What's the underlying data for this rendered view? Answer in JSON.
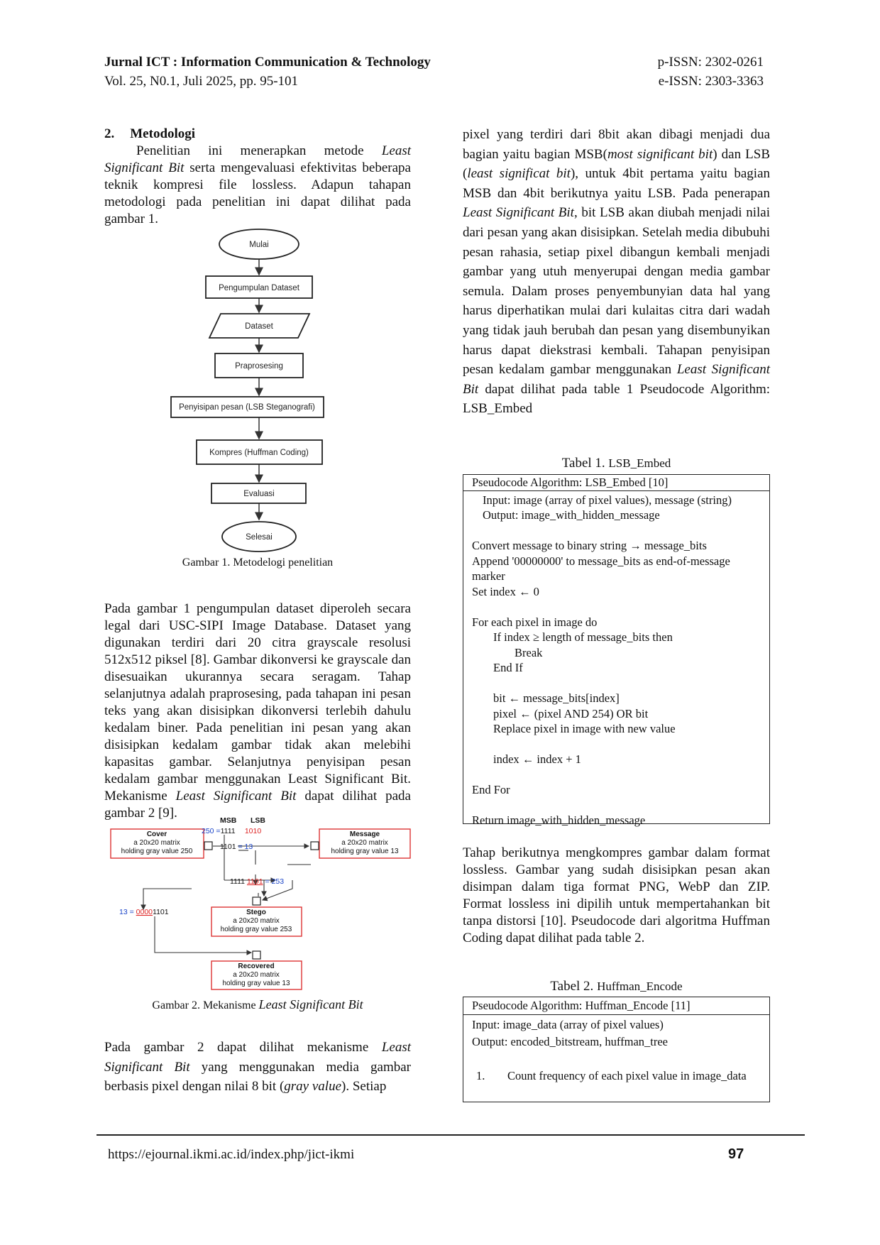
{
  "header": {
    "journal": "Jurnal ICT : Information Communication & Technology",
    "volume": "Vol. 25, N0.1, Juli 2025, pp. 95-101",
    "pissn": "p-ISSN: 2302-0261",
    "eissn": "e-ISSN: 2303-3363"
  },
  "section": {
    "number": "2.",
    "title": "Metodologi"
  },
  "left": {
    "intro_a": "Penelitian ini menerapkan metode ",
    "intro_i1": "Least Significant Bit",
    "intro_b": " serta mengevaluasi efektivitas beberapa teknik kompresi file lossless. Adapun tahapan metodologi pada penelitian ini dapat dilihat pada gambar 1.",
    "para2": "Pada gambar 1 pengumpulan dataset diperoleh secara legal dari USC-SIPI Image Database. Dataset yang digunakan terdiri dari 20 citra grayscale resolusi 512x512 piksel [8]. Gambar dikonversi ke grayscale dan disesuaikan ukurannya secara seragam. Tahap selanjutnya adalah praprosesing, pada tahapan ini pesan teks yang akan disisipkan dikonversi terlebih dahulu kedalam biner. Pada penelitian ini pesan yang akan disisipkan kedalam gambar tidak akan melebihi kapasitas gambar. Selanjutnya penyisipan pesan kedalam gambar menggunakan Least Significant Bit. Mekanisme ",
    "para2_i": "Least Significant Bit",
    "para2_end": " dapat dilihat pada gambar 2 [9].",
    "para3_a": "Pada gambar 2 dapat dilihat mekanisme ",
    "para3_i": "Least Significant Bit",
    "para3_b": " yang menggunakan media gambar berbasis pixel dengan nilai 8 bit (",
    "para3_i2": "gray value",
    "para3_c": "). Setiap"
  },
  "figure1": {
    "caption": "Gambar 1. Metodelogi penelitian",
    "steps": [
      "Mulai",
      "Pengumpulan Dataset",
      "Dataset",
      "Praprosesing",
      "Penyisipan pesan (LSB Steganografi)",
      "Kompres (Huffman Coding)",
      "Evaluasi",
      "Selesai"
    ]
  },
  "figure2": {
    "caption_a": "Gambar 2. Mekanisme ",
    "caption_i": "Least Significant Bit",
    "msb": "MSB",
    "lsb": "LSB",
    "cover": [
      "Cover",
      "a 20x20 matrix",
      "holding gray value 250"
    ],
    "message": [
      "Message",
      "a 20x20 matrix",
      "holding gray value 13"
    ],
    "stego": [
      "Stego",
      "a 20x20 matrix",
      "holding gray value 253"
    ],
    "recovered": [
      "Recovered",
      "a 20x20 matrix",
      "holding gray value 13"
    ],
    "cover_bits_a": "250 =",
    "cover_bits_b": "1111",
    "cover_bits_c": "1010",
    "msg_bits_a": "1101",
    "msg_bits_b": " = 13",
    "stego_bits_a": "1111 ",
    "stego_bits_b": "1101",
    "stego_bits_c": " = 253",
    "rec_bits_a": "13 = ",
    "rec_bits_b": "0000",
    "rec_bits_c": "1101"
  },
  "right": {
    "para1_a": "pixel yang terdiri dari 8bit akan dibagi menjadi dua bagian yaitu bagian MSB(",
    "para1_i1": "most significant bit",
    "para1_b": ") dan LSB (",
    "para1_i2": "least significat bit",
    "para1_c": "), untuk 4bit pertama yaitu bagian MSB dan 4bit berikutnya yaitu LSB. Pada penerapan ",
    "para1_i3": "Least Significant Bit",
    "para1_d": ", bit LSB akan diubah menjadi nilai dari pesan yang akan disisipkan. Setelah media dibubuhi pesan rahasia, setiap pixel dibangun kembali menjadi gambar yang utuh menyerupai dengan media gambar semula. Dalam proses penyembunyian data hal yang harus diperhatikan mulai dari kulaitas citra dari wadah yang tidak jauh berubah dan pesan yang disembunyikan harus dapat diekstrasi kembali. Tahapan penyisipan pesan kedalam gambar menggunakan ",
    "para1_i4": "Least Significant Bit",
    "para1_e": " dapat dilihat pada table 1 Pseudocode Algorithm: LSB_Embed",
    "para2": "Tahap berikutnya mengkompres gambar dalam format lossless. Gambar yang sudah disisipkan pesan akan disimpan dalam tiga format PNG, WebP dan ZIP. Format lossless ini dipilih untuk mempertahankan bit tanpa distorsi [10]. Pseudocode dari algoritma Huffman Coding dapat dilihat pada table 2."
  },
  "table1": {
    "cap_a": "Tabel 1. ",
    "cap_b": "LSB_Embed",
    "head": "Pseudocode Algorithm: LSB_Embed [10]",
    "input": "Input: image (array of pixel values), message (string)",
    "output": "Output: image_with_hidden_message",
    "l1": "Convert message to binary string → message_bits",
    "l2": "Append '00000000' to message_bits as end-of-message marker",
    "l3": "Set index ← 0",
    "l4": "For each pixel in image do",
    "l5": "If index ≥ length of message_bits then",
    "l6": "Break",
    "l7": "End If",
    "l8": "bit ← message_bits[index]",
    "l9": "pixel ← (pixel AND 254) OR bit",
    "l10": "Replace pixel in image with new value",
    "l11": "index ← index + 1",
    "l12": "End For",
    "l13": "Return image_with_hidden_message"
  },
  "table2": {
    "cap_a": "Tabel 2. ",
    "cap_b": "Huffman_Encode",
    "head": "Pseudocode Algorithm: Huffman_Encode [11]",
    "input": "Input: image_data (array of pixel values)",
    "output": "Output: encoded_bitstream, huffman_tree",
    "item_num": "1.",
    "item_text": "Count frequency of each pixel value in image_data"
  },
  "footer": {
    "url": "https://ejournal.ikmi.ac.id/index.php/jict-ikmi",
    "page": "97"
  }
}
